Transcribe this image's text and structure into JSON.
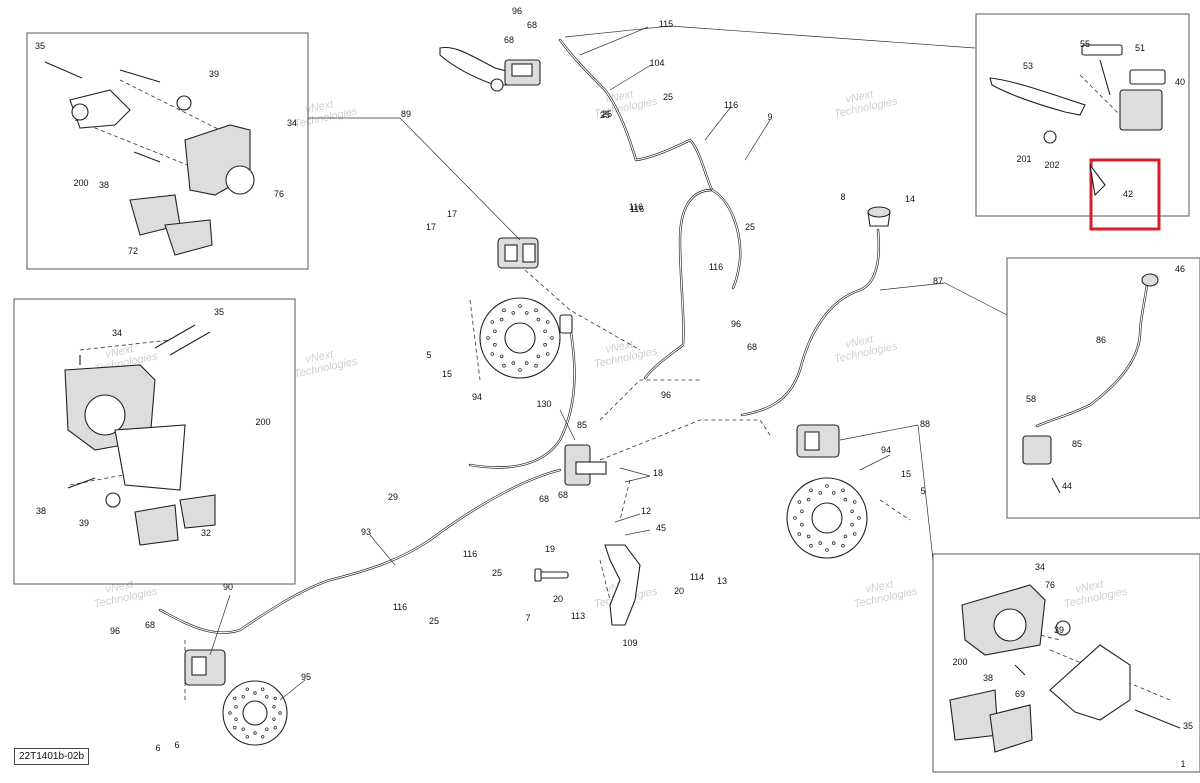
{
  "diagram_code": "22T1401b-02b",
  "watermark": {
    "line1": "vNext",
    "line2": "Technologies"
  },
  "highlight_color": "#d61f26",
  "callouts": [
    "96",
    "68",
    "68",
    "115",
    "104",
    "25",
    "25",
    "116",
    "116",
    "9",
    "8",
    "14",
    "25",
    "116",
    "87",
    "96",
    "68",
    "96",
    "89",
    "17",
    "17",
    "5",
    "15",
    "94",
    "130",
    "85",
    "68",
    "68",
    "18",
    "12",
    "45",
    "19",
    "20",
    "20",
    "114",
    "13",
    "7",
    "113",
    "109",
    "116",
    "25",
    "93",
    "29",
    "116",
    "25",
    "90",
    "96",
    "68",
    "6",
    "6",
    "95",
    "5",
    "15",
    "94",
    "88",
    "35",
    "39",
    "34",
    "200",
    "38",
    "76",
    "72",
    "35",
    "34",
    "200",
    "38",
    "39",
    "32",
    "55",
    "51",
    "53",
    "40",
    "201",
    "202",
    "42",
    "46",
    "86",
    "58",
    "85",
    "44",
    "34",
    "76",
    "200",
    "38",
    "39",
    "69",
    "35",
    "1",
    "25",
    "116"
  ]
}
